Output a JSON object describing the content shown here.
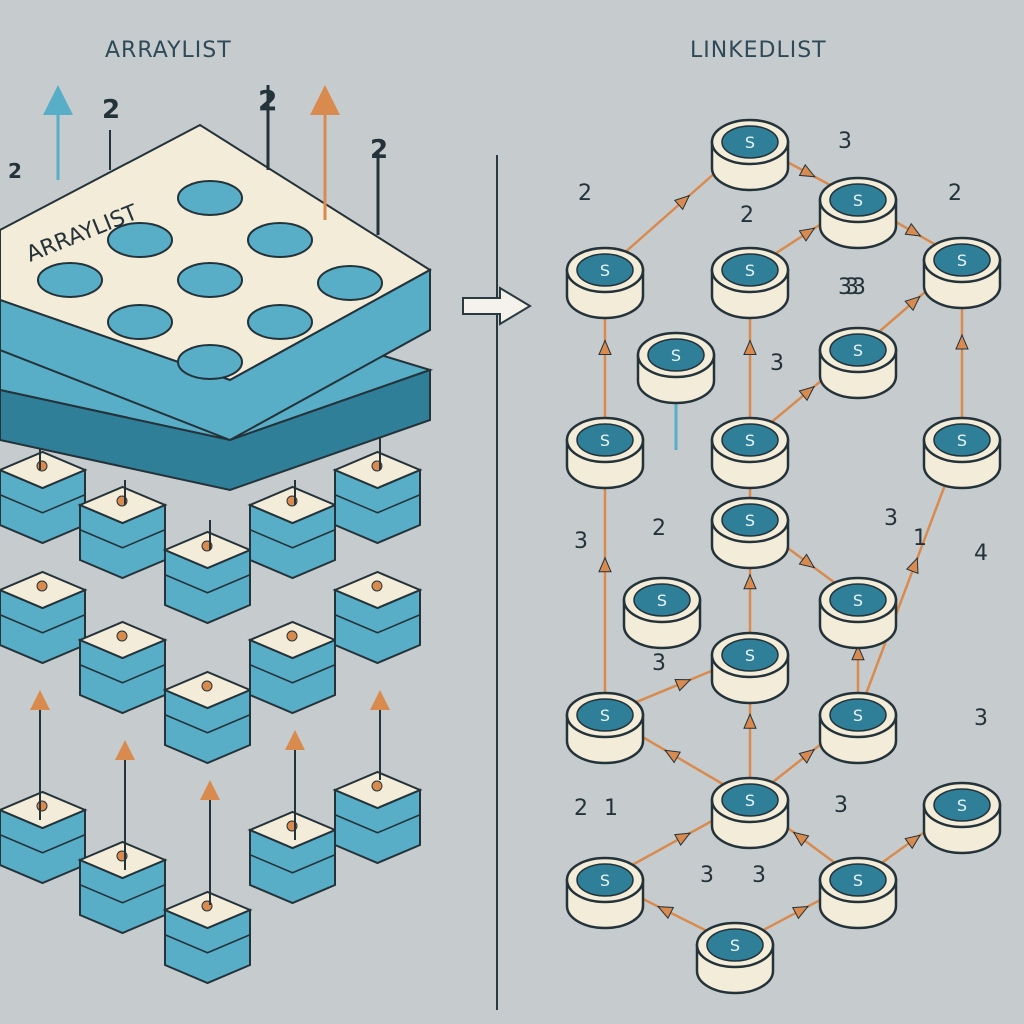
{
  "titles": {
    "left": "ARRAYLIST",
    "right": "LINKEDLIST",
    "board_label": "ARRAYLIST"
  },
  "colors": {
    "background": "#c6ccce",
    "teal": "#58aec6",
    "teal_dark": "#2f7f98",
    "cream": "#f3ecd8",
    "orange": "#d98a4e",
    "ink": "#24323a"
  },
  "node_text": "S",
  "left_numbers": [
    "2",
    "2",
    "2",
    "2"
  ],
  "right_numbers": [
    "2",
    "3",
    "2",
    "2",
    "33",
    "3",
    "3",
    "2",
    "3",
    "1",
    "4",
    "3",
    "3",
    "2",
    "1",
    "3",
    "3",
    "3",
    "3"
  ]
}
